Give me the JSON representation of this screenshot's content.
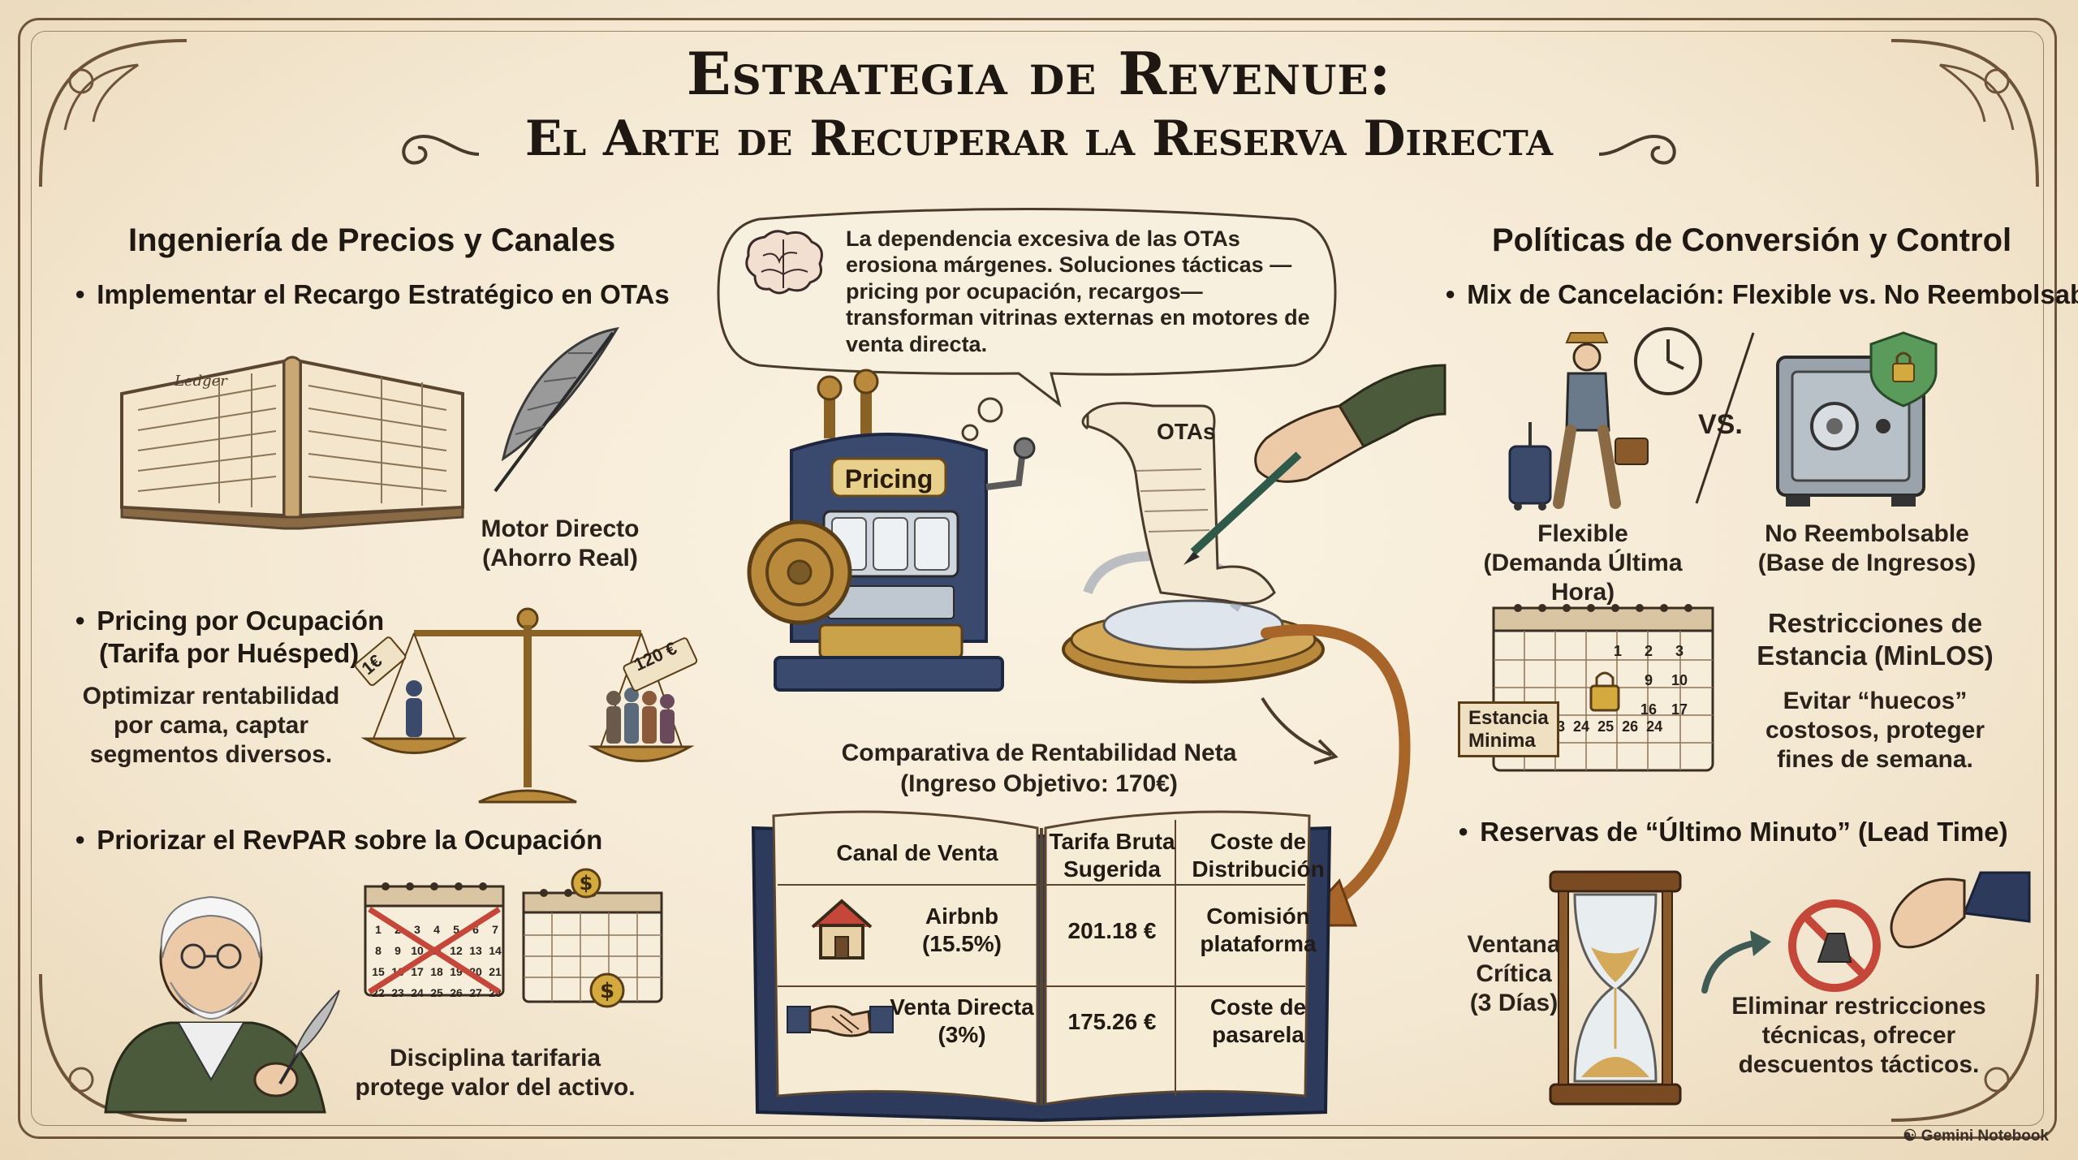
{
  "header": {
    "title_line1": "Estrategia de Revenue:",
    "title_line2": "El Arte de Recuperar la Reserva Directa"
  },
  "left": {
    "heading": "Ingeniería de Precios y Canales",
    "bullet1": "Implementar el Recargo Estratégico en OTAs",
    "ledger_label": "Ledger",
    "motor_directo": "Motor Directo\n(Ahorro Real)",
    "bullet2_line1": "Pricing por Ocupación",
    "bullet2_line2": "(Tarifa por Huésped)",
    "bullet2_desc": "Optimizar rentabilidad\npor cama, captar\nsegmentos diversos.",
    "tag_left": "1€",
    "tag_right": "120 €",
    "bullet3": "Priorizar el RevPAR sobre la Ocupación",
    "bullet3_desc": "Disciplina tarifaria\nprotege valor del activo.",
    "calendar_numbers": [
      "1",
      "2",
      "3",
      "4",
      "5",
      "6",
      "7",
      "8",
      "9",
      "10",
      "11",
      "12",
      "13",
      "14",
      "15",
      "16",
      "17",
      "18",
      "19",
      "20",
      "21",
      "22",
      "23",
      "24",
      "25",
      "26",
      "27",
      "28"
    ]
  },
  "center": {
    "bubble_text": "La dependencia excesiva de las OTAs erosiona márgenes. Soluciones tácticas —pricing por ocupación, recargos— transforman vitrinas externas en motores de venta directa.",
    "pricing_label": "Pricing",
    "scroll_label": "OTAs",
    "comparison_title_line1": "Comparativa de Rentabilidad Neta",
    "comparison_title_line2": "(Ingreso Objetivo: 170€)",
    "table": {
      "headers": [
        "Canal de Venta",
        "Tarifa Bruta\nSugerida",
        "Coste de\nDistribución"
      ],
      "rows": [
        {
          "canal": "Airbnb\n(15.5%)",
          "tarifa": "201.18 €",
          "coste": "Comisión\nplataforma"
        },
        {
          "canal": "Venta Directa\n(3%)",
          "tarifa": "175.26 €",
          "coste": "Coste de\npasarela"
        }
      ]
    }
  },
  "right": {
    "heading": "Políticas de Conversión y Control",
    "bullet1": "Mix de Cancelación: Flexible vs. No Reembolsable",
    "vs_label": "VS.",
    "flexible": "Flexible\n(Demanda Última Hora)",
    "no_reembolsable": "No Reembolsable\n(Base de Ingresos)",
    "restricciones_title": "Restricciones de\nEstancia (MinLOS)",
    "restricciones_desc": "Evitar “huecos”\ncostosos, proteger\nfines de semana.",
    "estancia_tag": "Estancia\nMinima",
    "calendar_numbers": [
      "1",
      "2",
      "3",
      "9",
      "10",
      "16",
      "17",
      "23",
      "24",
      "25",
      "26",
      "24"
    ],
    "bullet2": "Reservas de “Último Minuto” (Lead Time)",
    "ventana": "Ventana\nCrítica\n(3 Días)",
    "eliminar": "Eliminar restricciones\ntécnicas, ofrecer\ndescuentos tácticos."
  },
  "watermark": "Gemini Notebook",
  "colors": {
    "parchment": "#f6ecd9",
    "ink": "#2a211a",
    "navy": "#2e3a5c",
    "brass": "#b98a3c",
    "copper": "#a8652a",
    "alert_red": "#c4473a"
  }
}
